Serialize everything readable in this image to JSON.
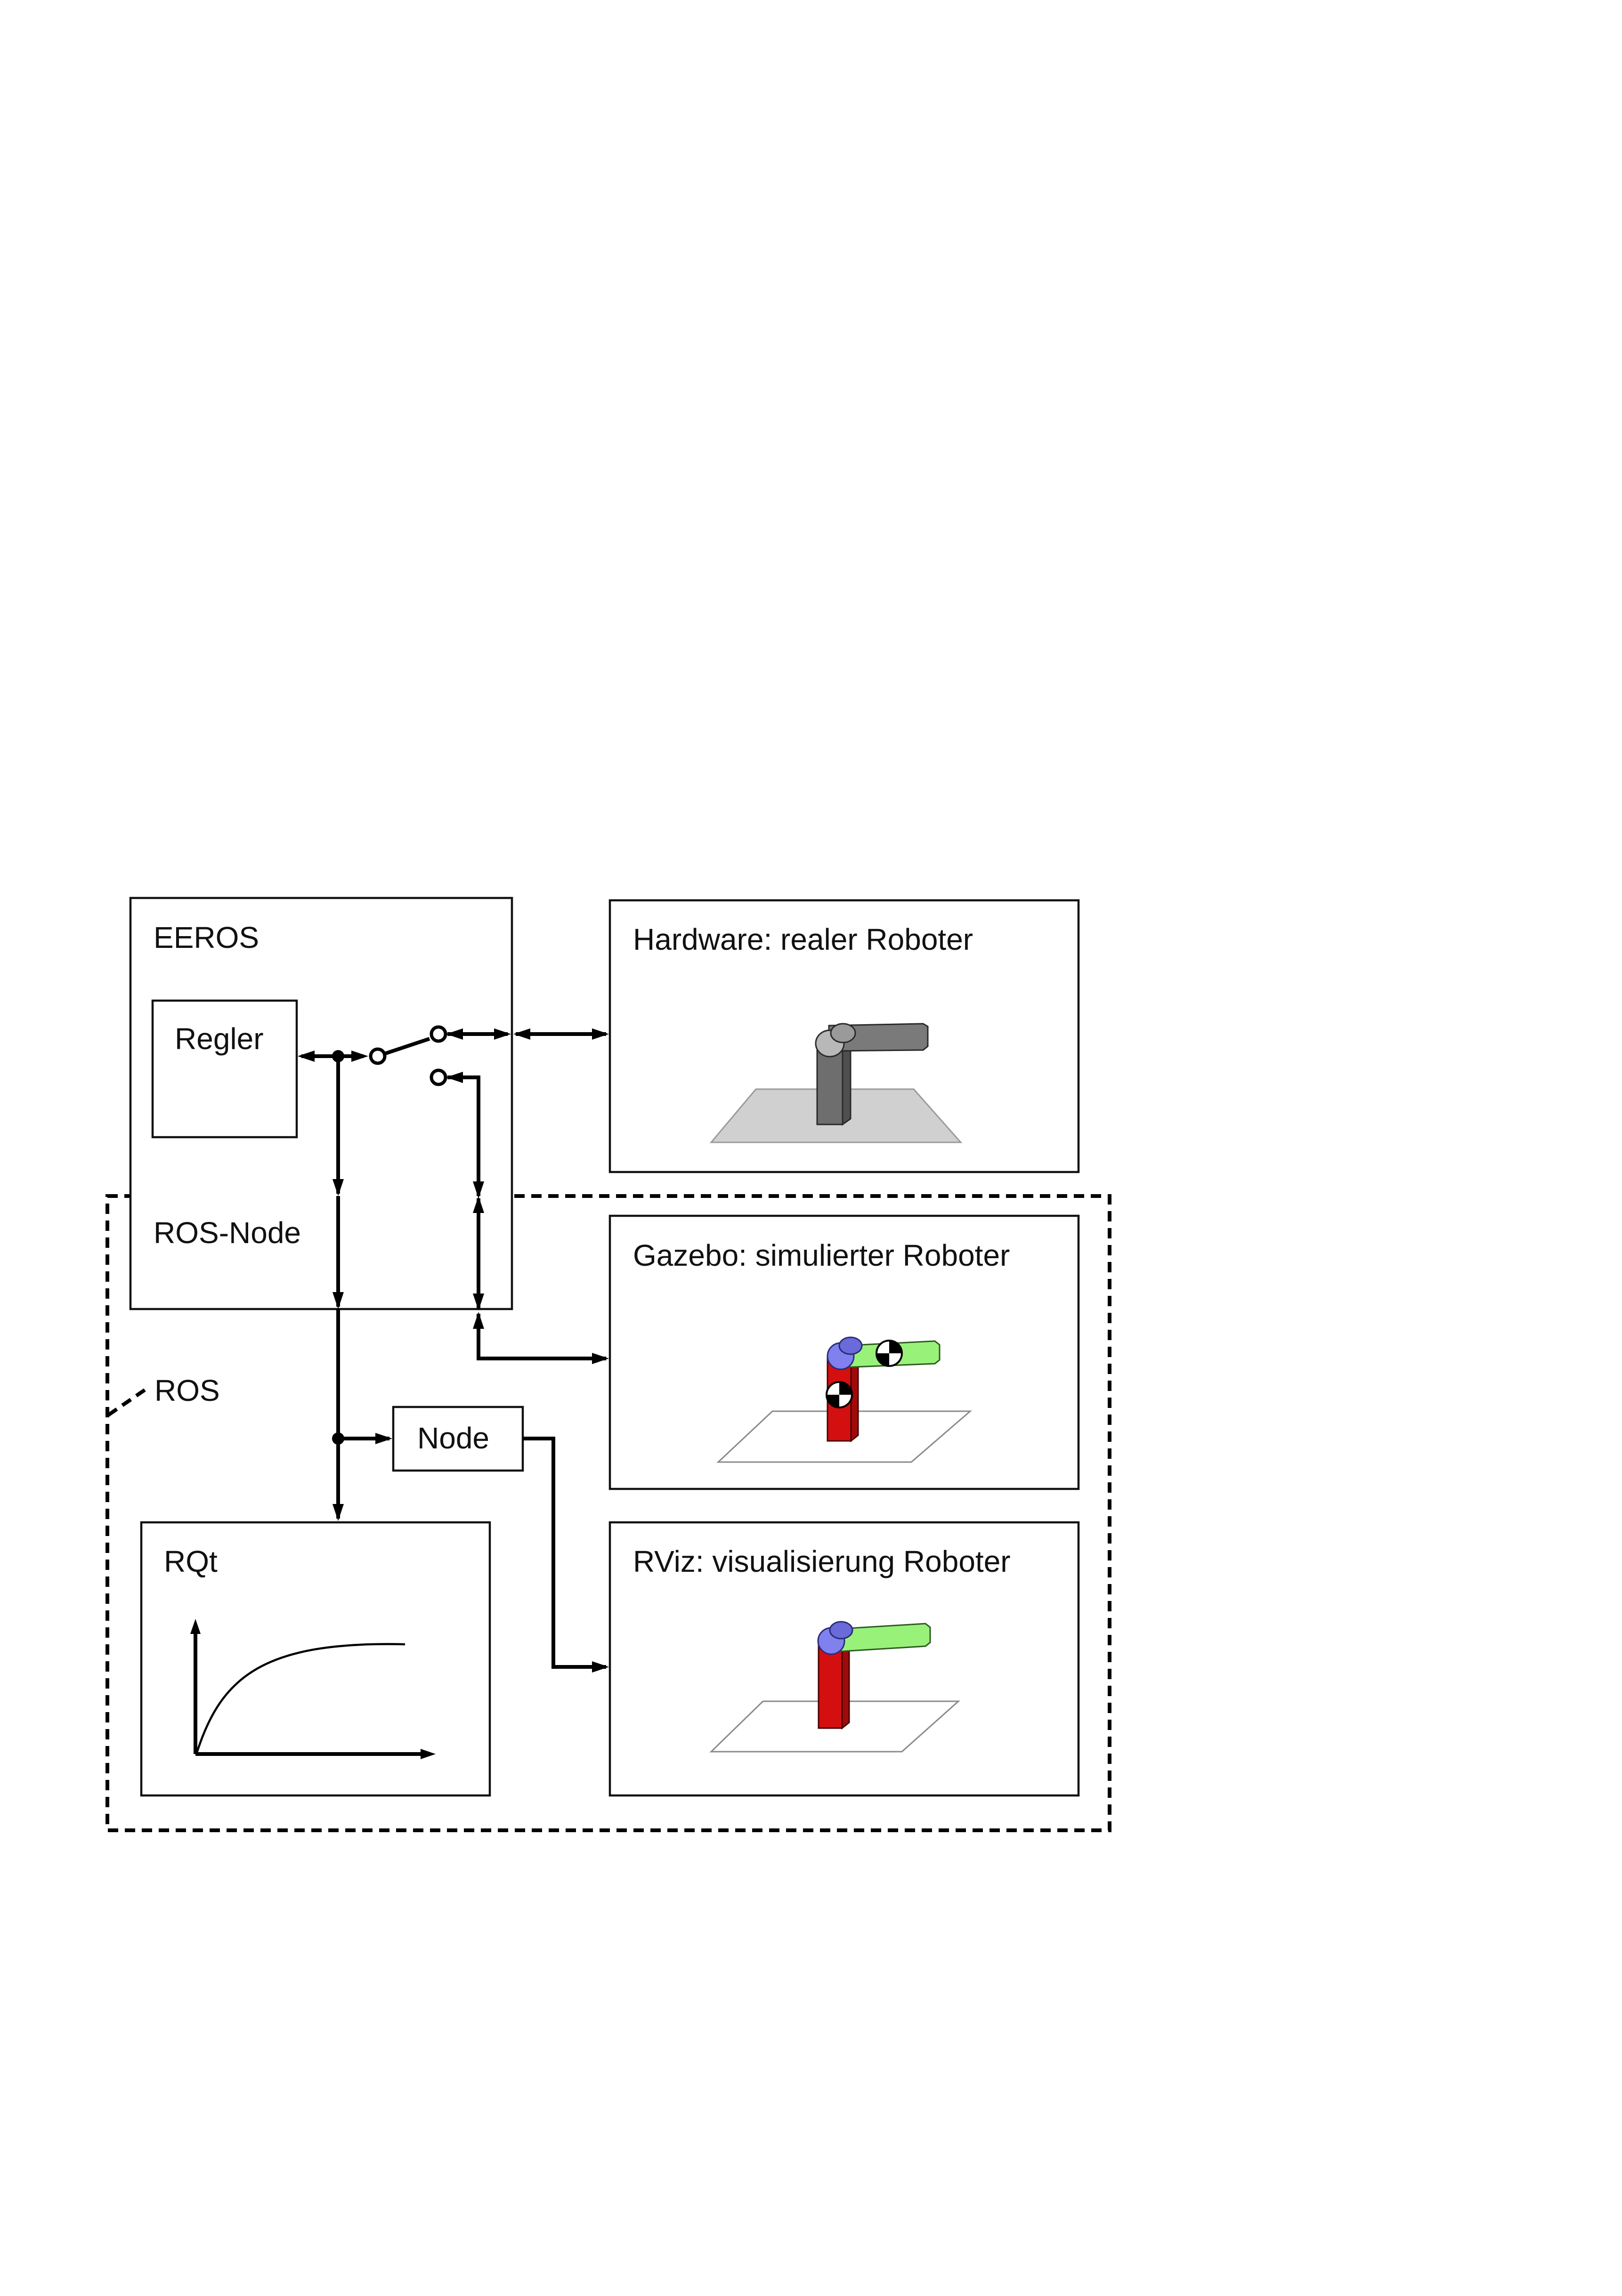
{
  "labels": {
    "eeros": "EEROS",
    "regler": "Regler",
    "ros_node": "ROS-Node",
    "ros": "ROS",
    "node": "Node",
    "rqt": "RQt",
    "hardware": "Hardware: realer Roboter",
    "gazebo": "Gazebo: simulierter Roboter",
    "rviz": "RViz: visualisierung Roboter"
  },
  "colors": {
    "stroke": "#000000",
    "hardware_robot": "#6e6e6e",
    "hardware_joint": "#b8b8b8",
    "floor_fill": "#d0d0d0",
    "link_red": "#d40f0f",
    "link_green": "#98f27a",
    "joint_blue": "#8080ee"
  },
  "icons": {
    "hardware_robot": "robot-arm-icon",
    "gazebo_robot": "robot-arm-simulated-icon",
    "rviz_robot": "robot-arm-visualized-icon",
    "rqt_plot": "plot-curve-icon",
    "switch": "switch-icon"
  }
}
